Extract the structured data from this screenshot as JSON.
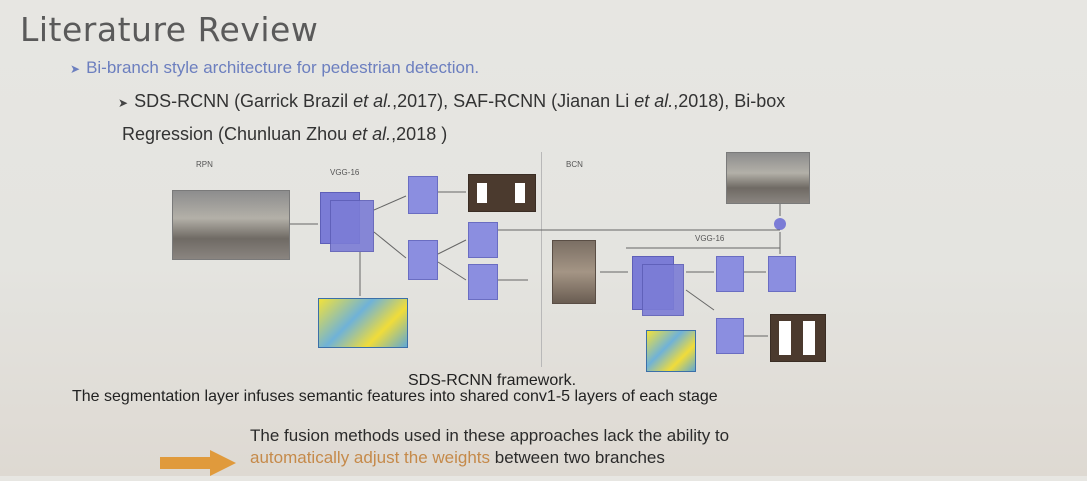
{
  "slide": {
    "title": "Literature Review",
    "bullet1": "Bi-branch style architecture for pedestrian detection.",
    "bullet2": {
      "part1": "SDS-RCNN (Garrick Brazil ",
      "etal1": "et al.",
      "part2": ",2017), SAF-RCNN (Jianan Li ",
      "etal2": "et al.",
      "part3": ",2018),  Bi-box",
      "part4": "Regression (Chunluan Zhou ",
      "etal3": "et al.",
      "part5": ",2018 )"
    },
    "figure": {
      "rpn_label": "RPN",
      "bcn_label": "BCN",
      "vgg_label_left": "VGG-16",
      "vgg_label_right": "VGG-16",
      "caption": "SDS-RCNN framework."
    },
    "segmentation_note": "The segmentation layer infuses semantic features into shared conv1-5 layers of each stage",
    "fusion_note": {
      "line1": "The fusion methods used in these approaches lack the ability to",
      "line2_highlight": "automatically adjust the weights",
      "line2_rest": " between two branches"
    },
    "arrow_color": "#e09a3c"
  }
}
